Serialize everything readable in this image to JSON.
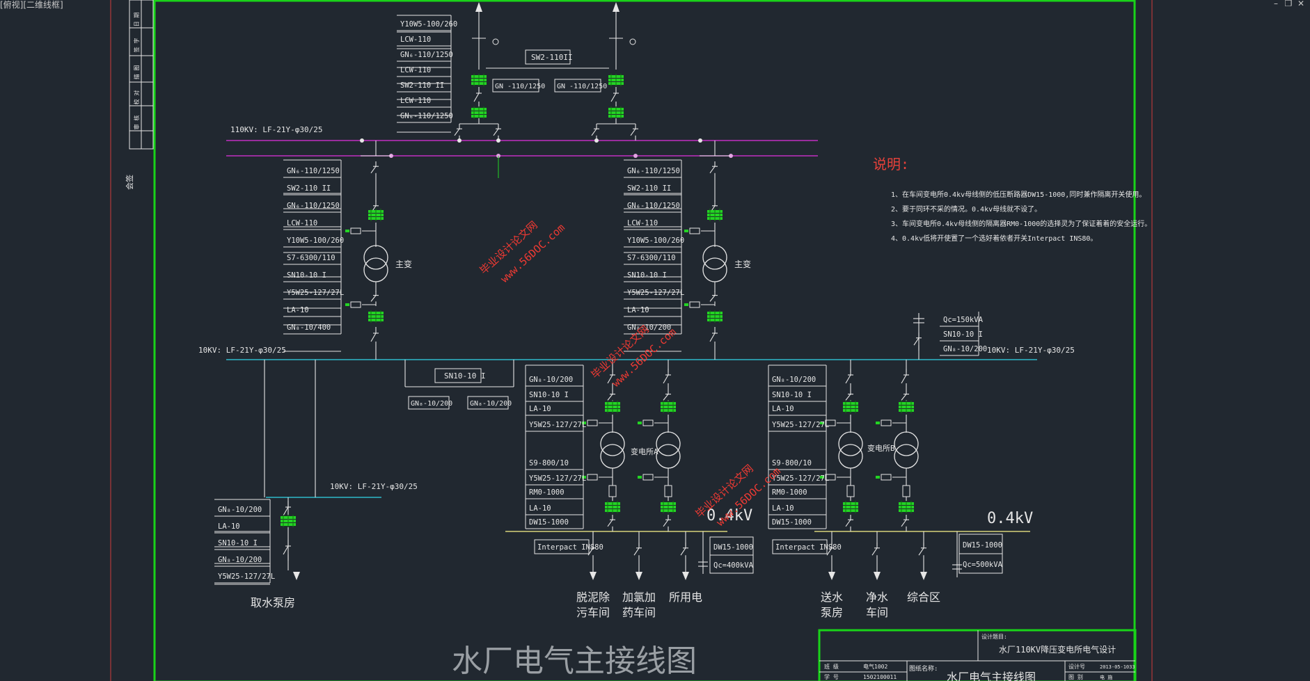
{
  "window": {
    "title": "[俯视][二维线框]",
    "minimize_label": "–",
    "restore_label": "❐",
    "close_label": "✕"
  },
  "left_strip": {
    "labels": [
      "日 期",
      "签 字",
      "描 图",
      "校 对",
      "审 核"
    ],
    "side_label": "会签"
  },
  "drawing": {
    "bus_110kv_label": "110KV:  LF-21Y-φ30/25",
    "bus_10kv_left_label": "10KV:  LF-21Y-φ30/25",
    "bus_10kv_right_label": "10KV:  LF-21Y-φ30/25",
    "bus_10kv_sub_label": "10KV:  LF-21Y-φ30/25",
    "incoming_table": [
      "Y10W5-100/260",
      "LCW-110",
      "GN₆-110/1250",
      "LCW-110",
      "SW2-110 II",
      "LCW-110",
      "GN₆-110/1250"
    ],
    "tie_breaker_110": "SW2-110II",
    "tie_gn_left": "GN -110/1250",
    "tie_gn_right": "GN -110/1250",
    "transformer_table_left": [
      "GN₆-110/1250",
      "SW2-110 II",
      "GN₆-110/1250",
      "LCW-110",
      "Y10W5-100/260",
      "S7-6300/110",
      "SN10-10 I",
      "Y5W25-127/27L",
      "LA-10",
      "GN₈-10/400"
    ],
    "transformer_table_right": [
      "GN₆-110/1250",
      "SW2-110 II",
      "GN₆-110/1250",
      "LCW-110",
      "Y10W5-100/260",
      "S7-6300/110",
      "SN10-10 I",
      "Y5W25-127/27L",
      "LA-10",
      "GN₈-10/200"
    ],
    "main_transformer_label": "主变",
    "tie_breaker_10": "SN10-10 I",
    "tie_gn10_left": "GN₈-10/200",
    "tie_gn10_right": "GN₈-10/200",
    "capacitor_table": [
      "Qc=150kVA",
      "SN10-10 I",
      "GN₈-10/200"
    ],
    "sub_a_table": [
      "GN₈-10/200",
      "SN10-10 I",
      "LA-10",
      "Y5W25-127/27L",
      "S9-800/10",
      "Y5W25-127/27L",
      "RM0-1000",
      "LA-10",
      "DW15-1000"
    ],
    "sub_b_table": [
      "GN₈-10/200",
      "SN10-10 I",
      "LA-10",
      "Y5W25-127/27L",
      "S9-800/10",
      "Y5W25-127/27L",
      "RM0-1000",
      "LA-10",
      "DW15-1000"
    ],
    "sub_a_label": "变电所A",
    "sub_b_label": "变电所B",
    "voltage_04_left": "0.4kV",
    "voltage_04_right": "0.4kV",
    "interpact_left": "Interpact INS80",
    "interpact_right": "Interpact INS80",
    "dw_left": [
      "DW15-1000",
      "Qc=400kVA"
    ],
    "dw_right": [
      "DW15-1000",
      "Qc=500kVA"
    ],
    "pump_table": [
      "GN₈-10/200",
      "LA-10",
      "SN10-10 I",
      "GN₈-10/200",
      "Y5W25-127/27L"
    ],
    "pump_label": "取水泵房",
    "loads_left": [
      [
        "脱泥除",
        "污车间"
      ],
      [
        "加氯加",
        "药车间"
      ],
      [
        "所用电"
      ]
    ],
    "loads_right": [
      [
        "送水",
        "泵房"
      ],
      [
        "净水",
        "车间"
      ],
      [
        "综合区"
      ]
    ],
    "notes_title": "说明:",
    "notes": [
      "1、在车间变电所0.4kv母线侧的低压断路器DW15-1000,同时兼作隔离开关使用。",
      "2、要于同环不采的情况。0.4kv母线就不设了。",
      "3、车间变电所0.4kv母线侧的隔离器RM0-1000的选择灵为了保证着着的安全运行。",
      "4、0.4kv低将开使置了一个选好着依者开关Interpact INS80。"
    ],
    "big_title": "水厂电气主接线图",
    "watermark_text": "毕业设计论文网",
    "watermark_url": "www.56DOC.com"
  },
  "title_block": {
    "project_label": "设计题目:",
    "project": "水厂110KV降压变电所电气设计",
    "dwg_name_label": "图纸名称:",
    "dwg_name": "水厂电气主接线图",
    "rows": [
      [
        "班 级",
        "电气1002"
      ],
      [
        "学 号",
        "1502100011"
      ]
    ],
    "right_rows": [
      [
        "设计号",
        "2013-05-1033"
      ],
      [
        "图 别",
        "电 施"
      ]
    ]
  },
  "colors": {
    "background": "#212830",
    "frame_green": "#19d319",
    "magenta_bus": "#c12fc1",
    "cyan_bus": "#2fb9c9",
    "yellow_bus": "#d7d27a",
    "watermark": "#f03a33",
    "notes_red": "#e8413a",
    "line_white": "#e6e6e6"
  }
}
